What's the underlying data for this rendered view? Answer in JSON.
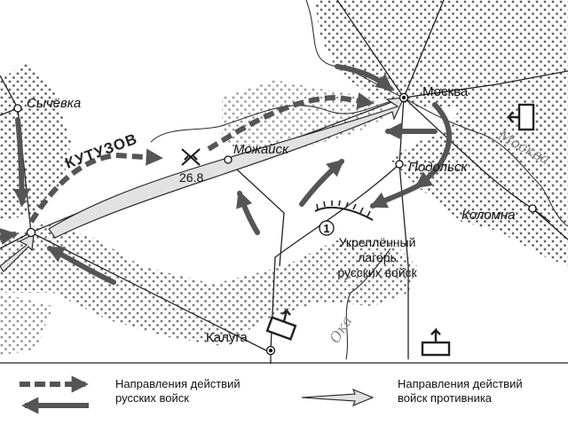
{
  "map": {
    "cities": {
      "moscow": "Москва",
      "sychevka": "Сычёвка",
      "mozhaisk": "Можайск",
      "podolsk": "Подольск",
      "kolomna": "Коломна",
      "kaluga": "Калуга"
    },
    "rivers": {
      "moskva": "Москва",
      "oka": "Ока"
    },
    "commander": "КУТУЗОВ",
    "battle_date": "26.8",
    "camp": {
      "number": "1",
      "line1": "Укреплённый",
      "line2": "лагерь",
      "line3": "русских войск"
    }
  },
  "legend": {
    "russian": {
      "line1": "Направления действий",
      "line2": "русских войск"
    },
    "enemy": {
      "line1": "Направления действий",
      "line2": "войск противника"
    }
  },
  "colors": {
    "arrow_dark": "#555555",
    "enemy_fill": "#e2e2e2",
    "dots": "#444444",
    "river": "#9a9a9a"
  }
}
